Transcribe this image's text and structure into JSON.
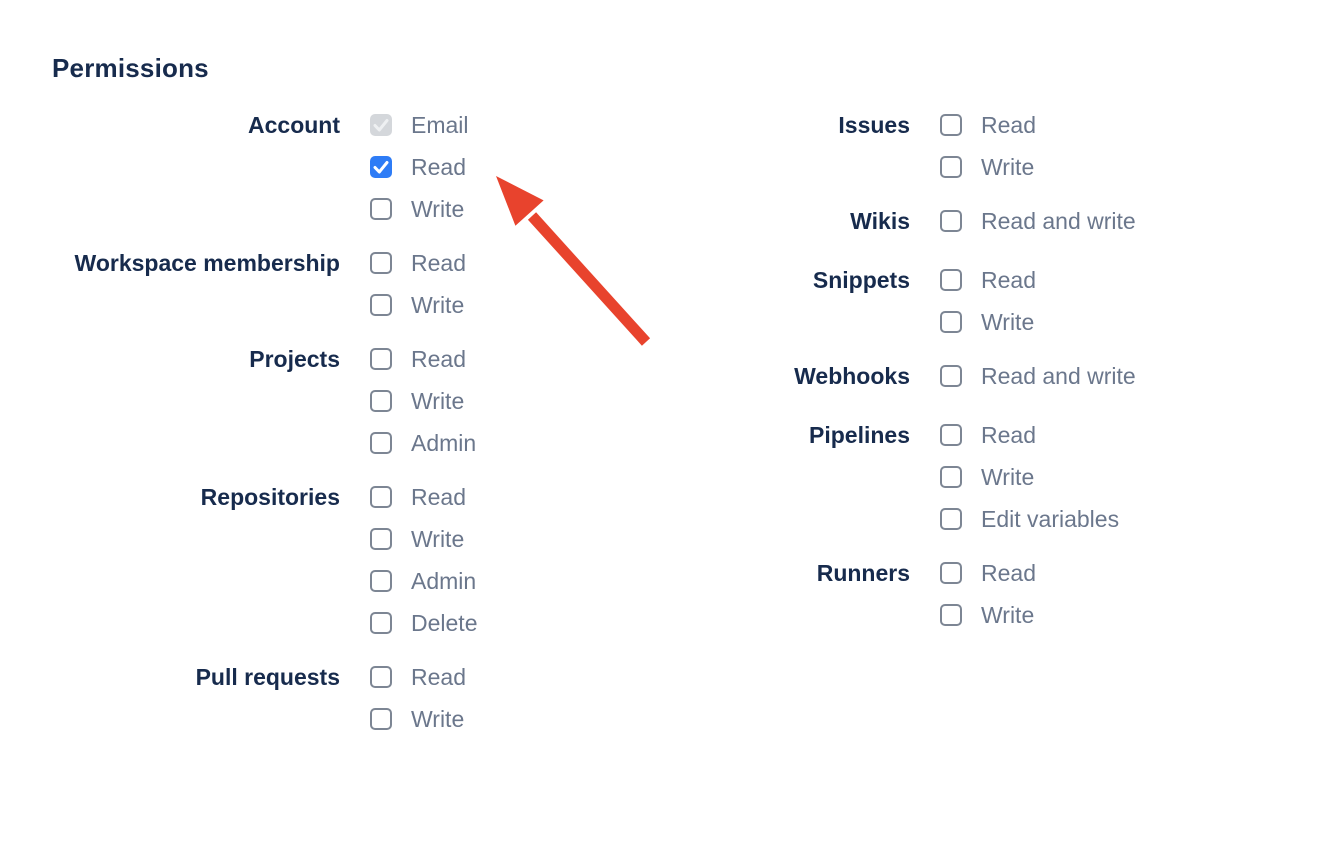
{
  "title": "Permissions",
  "colors": {
    "label_navy": "#172b4d",
    "option_grey": "#6b778c",
    "checked_blue": "#2e7cf6",
    "checkbox_border_grey": "#7d8694",
    "disabled_checkbox_fill": "#d4d7db",
    "arrow_red": "#e8432d"
  },
  "annotation": {
    "arrow_icon": "red-arrow-pointing-up-left-at-account-read-checkbox"
  },
  "columns": [
    {
      "groups": [
        {
          "label": "Account",
          "options": [
            {
              "label": "Email",
              "state": "disabled-checked"
            },
            {
              "label": "Read",
              "state": "checked"
            },
            {
              "label": "Write",
              "state": "unchecked"
            }
          ]
        },
        {
          "label": "Workspace membership",
          "options": [
            {
              "label": "Read",
              "state": "unchecked"
            },
            {
              "label": "Write",
              "state": "unchecked"
            }
          ]
        },
        {
          "label": "Projects",
          "options": [
            {
              "label": "Read",
              "state": "unchecked"
            },
            {
              "label": "Write",
              "state": "unchecked"
            },
            {
              "label": "Admin",
              "state": "unchecked"
            }
          ]
        },
        {
          "label": "Repositories",
          "options": [
            {
              "label": "Read",
              "state": "unchecked"
            },
            {
              "label": "Write",
              "state": "unchecked"
            },
            {
              "label": "Admin",
              "state": "unchecked"
            },
            {
              "label": "Delete",
              "state": "unchecked"
            }
          ]
        },
        {
          "label": "Pull requests",
          "options": [
            {
              "label": "Read",
              "state": "unchecked"
            },
            {
              "label": "Write",
              "state": "unchecked"
            }
          ]
        }
      ]
    },
    {
      "groups": [
        {
          "label": "Issues",
          "options": [
            {
              "label": "Read",
              "state": "unchecked"
            },
            {
              "label": "Write",
              "state": "unchecked"
            }
          ]
        },
        {
          "label": "Wikis",
          "options": [
            {
              "label": "Read and write",
              "state": "unchecked"
            }
          ]
        },
        {
          "label": "Snippets",
          "options": [
            {
              "label": "Read",
              "state": "unchecked"
            },
            {
              "label": "Write",
              "state": "unchecked"
            }
          ]
        },
        {
          "label": "Webhooks",
          "options": [
            {
              "label": "Read and write",
              "state": "unchecked"
            }
          ]
        },
        {
          "label": "Pipelines",
          "options": [
            {
              "label": "Read",
              "state": "unchecked"
            },
            {
              "label": "Write",
              "state": "unchecked"
            },
            {
              "label": "Edit variables",
              "state": "unchecked"
            }
          ]
        },
        {
          "label": "Runners",
          "options": [
            {
              "label": "Read",
              "state": "unchecked"
            },
            {
              "label": "Write",
              "state": "unchecked"
            }
          ]
        }
      ]
    }
  ]
}
